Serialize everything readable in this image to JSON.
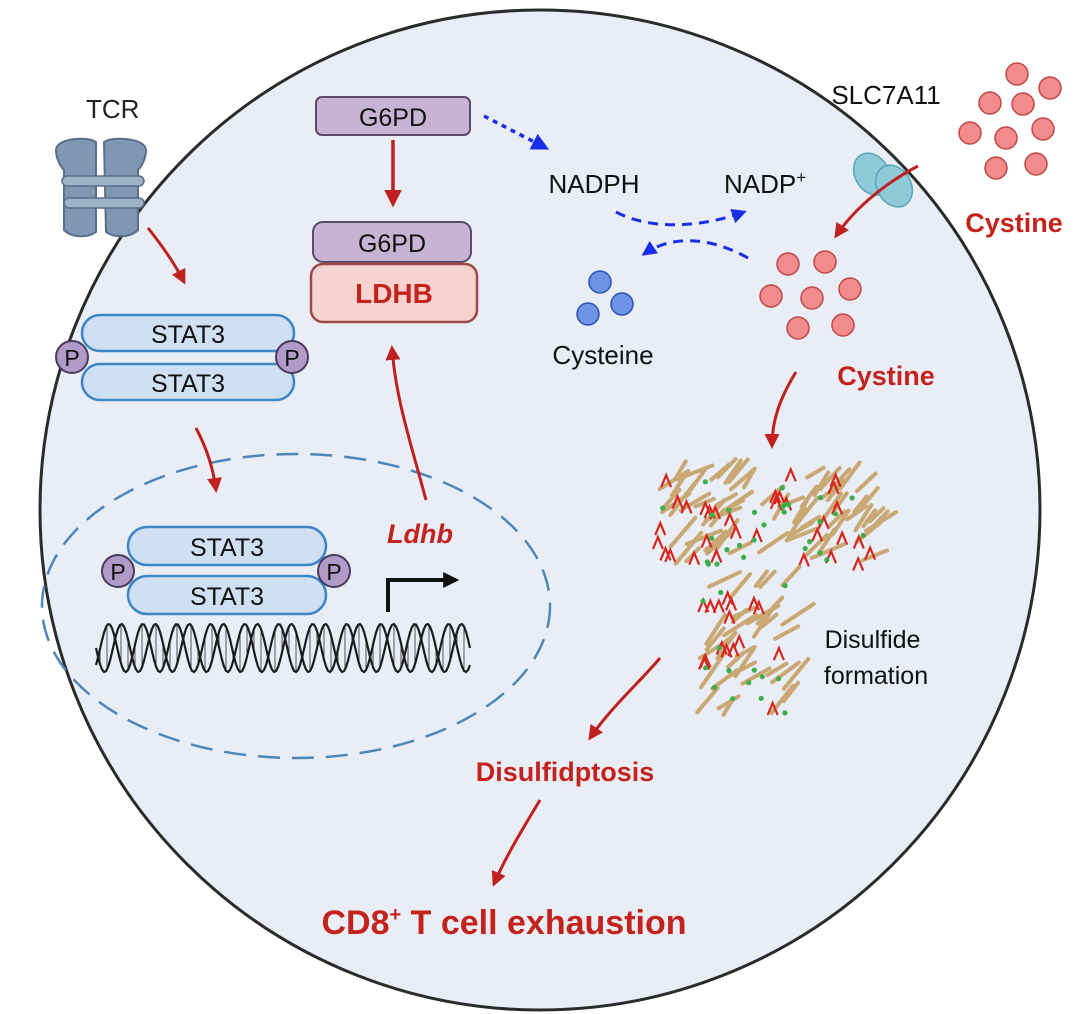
{
  "labels": {
    "tcr": "TCR",
    "slc7a11": "SLC7A11",
    "g6pd_top": "G6PD",
    "g6pd_complex": "G6PD",
    "ldhb_protein": "LDHB",
    "nadph": "NADPH",
    "nadp_base": "NADP",
    "nadp_sup": "+",
    "cysteine": "Cysteine",
    "cystine_outside": "Cystine",
    "cystine_inside": "Cystine",
    "stat3_a": "STAT3",
    "stat3_b": "STAT3",
    "stat3_c": "STAT3",
    "stat3_d": "STAT3",
    "p": "P",
    "ldhb_gene": "Ldhb",
    "disulfide_line1": "Disulfide",
    "disulfide_line2": "formation",
    "disulfidptosis": "Disulfidptosis",
    "cd8_base": "CD8",
    "cd8_sup": "+",
    "cd8_rest": " T cell exhaustion"
  },
  "colors": {
    "cell_fill": "#e8edf6",
    "cell_stroke": "#2b2b2b",
    "red_arrow": "#c0201f",
    "blue_arrow": "#1a2ee6",
    "red_text": "#c4221d",
    "stat3_fill": "#cfe0f2",
    "stat3_stroke": "#3d86c6",
    "g6pd_fill": "#c7b3d4",
    "g6pd_stroke": "#5d4a6a",
    "ldhb_fill": "#f7d3d0",
    "ldhb_stroke": "#9e4848",
    "phospho_fill": "#b09ac8",
    "cystine_dot": "#f28b8b",
    "cysteine_dot": "#6f93e6",
    "transporter": "#8ecad8",
    "receptor": "#7f97b3",
    "nucleus_stroke": "#4f86b8"
  }
}
